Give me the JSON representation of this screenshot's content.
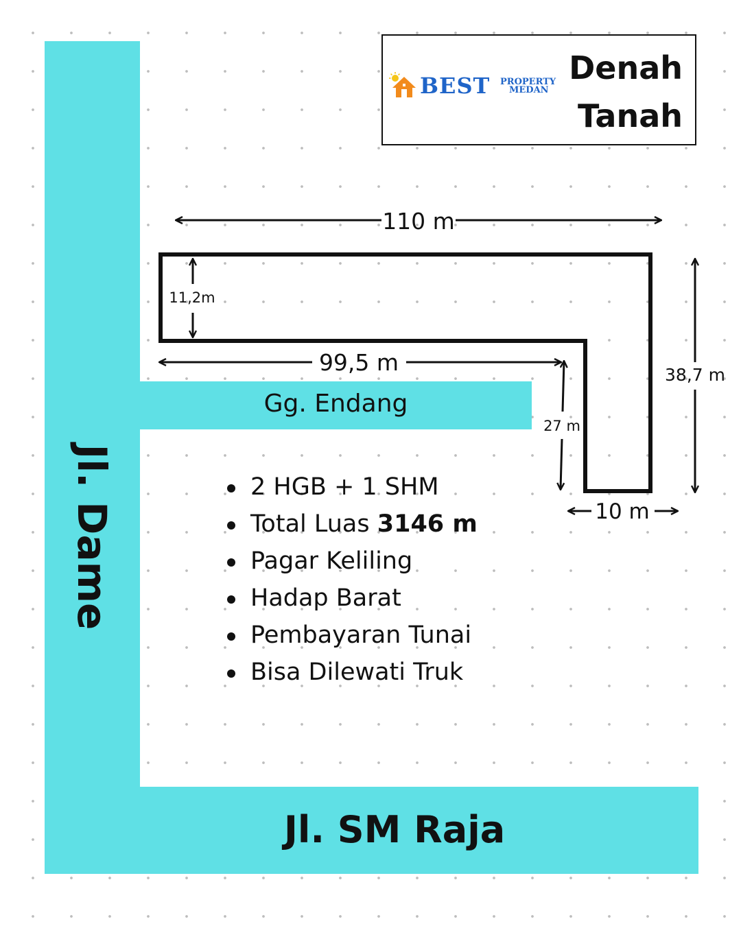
{
  "title": {
    "line1": "Denah",
    "line2": "Tanah"
  },
  "logo": {
    "brand": "BEST",
    "sub1": "PROPERTY",
    "sub2": "MEDAN",
    "icon": "house-sun-icon"
  },
  "roads": {
    "dame": "Jl. Dame",
    "sm_raja": "Jl. SM Raja",
    "gang": "Gg. Endang"
  },
  "dimensions": {
    "top_width": "110 m",
    "top_depth": "11,2m",
    "lower_width": "99,5 m",
    "right_height": "38,7 m",
    "inner_height": "27 m",
    "bottom_width": "10 m"
  },
  "features": [
    {
      "text": "2 HGB + 1 SHM"
    },
    {
      "text": "Total Luas ",
      "bold": "3146 m"
    },
    {
      "text": "Pagar Keliling"
    },
    {
      "text": "Hadap Barat"
    },
    {
      "text": "Pembayaran Tunai"
    },
    {
      "text": "Bisa Dilewati Truk"
    }
  ],
  "colors": {
    "road": "#5fe0e5",
    "outline": "#111111",
    "logo_blue": "#1f64c8",
    "logo_orange": "#f28b1c"
  }
}
